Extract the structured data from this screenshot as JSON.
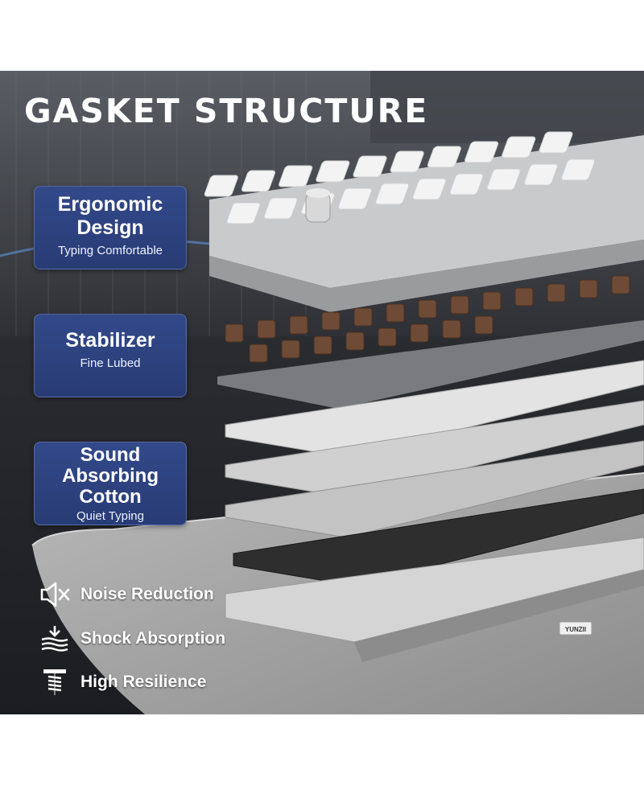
{
  "headline": "GASKET STRUCTURE",
  "features": [
    {
      "title": "Ergonomic\nDesign",
      "subtitle": "Typing Comfortable"
    },
    {
      "title": "Stabilizer",
      "subtitle": "Fine Lubed"
    },
    {
      "title": "Sound\nAbsorbing\nCotton",
      "subtitle": "Quiet Typing"
    }
  ],
  "benefits": [
    {
      "label": "Noise Reduction",
      "icon": "speaker-mute-icon"
    },
    {
      "label": "Shock Absorption",
      "icon": "shock-absorb-icon"
    },
    {
      "label": "High Resilience",
      "icon": "spring-icon"
    }
  ],
  "brand_mark": "YUNZII",
  "colors": {
    "box_fill": "#2f4481",
    "text": "#ffffff",
    "background": "#2a2c30"
  }
}
